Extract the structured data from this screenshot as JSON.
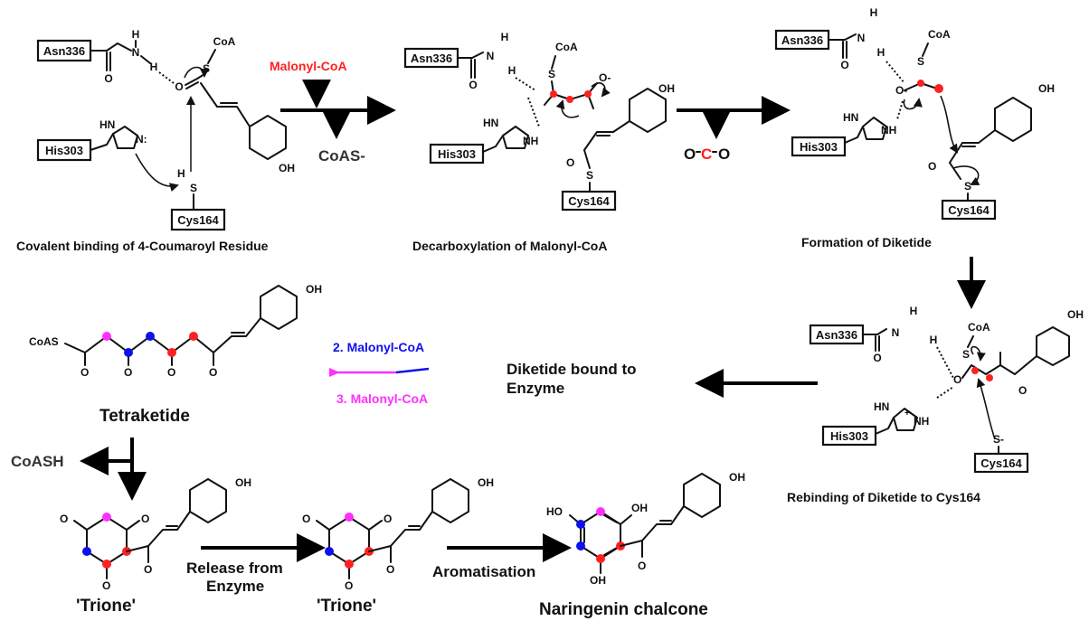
{
  "colors": {
    "malonyl_red": "#ff2020",
    "malonyl_blue": "#1010ee",
    "malonyl_magenta": "#ff30ff",
    "ink": "#111111"
  },
  "residues": {
    "asn": "Asn336",
    "his": "His303",
    "cys": "Cys164"
  },
  "atoms": {
    "coa": "CoA",
    "oh": "OH",
    "ho": "HO",
    "o": "O",
    "s": "S",
    "n": "N",
    "h": "H",
    "hn": "HN",
    "nh": "NH",
    "n_colon": "N:",
    "o_minus": "O-",
    "s_minus": "S-",
    "plus": "+",
    "coas": "CoAS"
  },
  "reagents": {
    "malonyl_coa": "Malonyl-CoA",
    "coas_minus": "CoAS-",
    "co2": {
      "o1": "O",
      "c": "C",
      "o2": "O"
    },
    "malonyl_2": "2. Malonyl-CoA",
    "malonyl_3": "3. Malonyl-CoA",
    "coash": "CoASH"
  },
  "steps": {
    "step1": "Covalent binding of 4-Coumaroyl Residue",
    "step2": "Decarboxylation of Malonyl-CoA",
    "step3": "Formation of Diketide",
    "step4": "Rebinding of Diketide to Cys164",
    "step5_line1": "Diketide bound to",
    "step5_line2": "Enzyme",
    "tetraketide": "Tetraketide",
    "trione1": "'Trione'",
    "trione2": "'Trione'",
    "release_line1": "Release from",
    "release_line2": "Enzyme",
    "aromatisation": "Aromatisation",
    "product": "Naringenin chalcone"
  }
}
